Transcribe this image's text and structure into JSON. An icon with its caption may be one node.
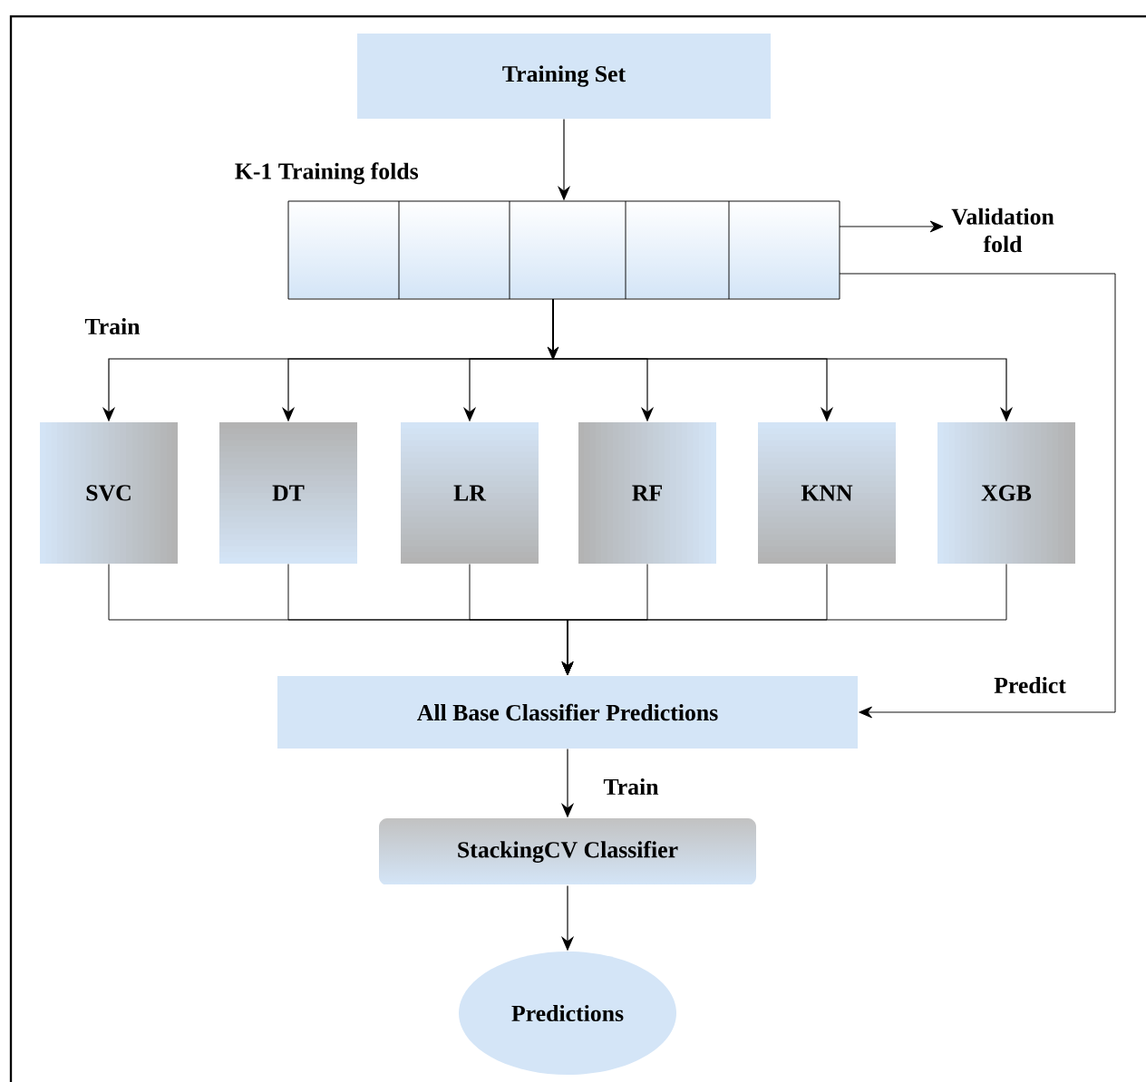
{
  "diagram": {
    "nodes": [
      {
        "text": [
          "Training Set"
        ]
      },
      {
        "text": [
          "K-1 Training folds"
        ]
      },
      {
        "text": [
          "Validation fold"
        ]
      },
      {
        "text": [
          "SVC"
        ]
      },
      {
        "text": [
          "DT"
        ]
      },
      {
        "text": [
          "LR"
        ]
      },
      {
        "text": [
          "RF"
        ]
      },
      {
        "text": [
          "KNN"
        ]
      },
      {
        "text": [
          "XGB"
        ]
      },
      {
        "text": [
          "All Base Classifier Predictions"
        ]
      },
      {
        "text": [
          "StackingCV Classifier"
        ]
      },
      {
        "text": [
          "Predictions"
        ]
      }
    ],
    "edges": [
      {
        "from": 0,
        "to": 1,
        "arrow": "to"
      },
      {
        "from": 1,
        "to": 2,
        "arrow": "to"
      },
      {
        "from": 1,
        "to": 3,
        "arrow": "to"
      },
      {
        "from": 1,
        "to": 4,
        "arrow": "to"
      },
      {
        "from": 1,
        "to": 5,
        "arrow": "to"
      },
      {
        "from": 1,
        "to": 6,
        "arrow": "to"
      },
      {
        "from": 1,
        "to": 7,
        "arrow": "to"
      },
      {
        "from": 1,
        "to": 8,
        "arrow": "to"
      },
      {
        "from": 3,
        "to": 9,
        "arrow": "to"
      },
      {
        "from": 4,
        "to": 9,
        "arrow": "to"
      },
      {
        "from": 5,
        "to": 9,
        "arrow": "to"
      },
      {
        "from": 6,
        "to": 9,
        "arrow": "to"
      },
      {
        "from": 7,
        "to": 9,
        "arrow": "to"
      },
      {
        "from": 8,
        "to": 9,
        "arrow": "to"
      },
      {
        "from": 1,
        "to": 9,
        "arrow": "to",
        "label": "Predict"
      },
      {
        "from": 9,
        "to": 10,
        "arrow": "to",
        "label": "Train"
      },
      {
        "from": 10,
        "to": 11,
        "arrow": "to"
      }
    ],
    "labels": [
      "Train"
    ]
  }
}
